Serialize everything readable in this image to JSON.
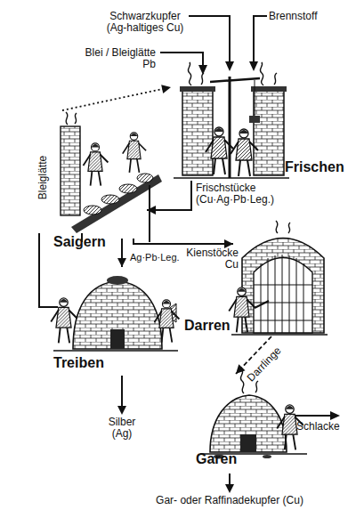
{
  "diagram": {
    "nodes": [
      {
        "text": [
          "Frischen"
        ]
      },
      {
        "text": [
          "Saigern"
        ]
      },
      {
        "text": [
          "Darren"
        ]
      },
      {
        "text": [
          "Treiben"
        ]
      },
      {
        "text": [
          "Garen"
        ]
      }
    ],
    "edges": [
      {
        "from": 0,
        "to": 1,
        "arrow": "to",
        "label": "Frischstücke (Cu·Ag·Pb·Leg.)"
      },
      {
        "from": 1,
        "to": 2,
        "arrow": "to",
        "label": "Kienstöcke Cu"
      },
      {
        "from": 1,
        "to": 3,
        "arrow": "to",
        "label": "Ag·Pb·Leg."
      },
      {
        "from": 3,
        "to": 0,
        "arrow": "to",
        "label": "Bleiglätte"
      },
      {
        "from": 2,
        "to": 4,
        "arrow": "to",
        "label": "Darrlinge"
      }
    ],
    "labels": [
      "Schwarzkupfer (Ag-haltiges Cu)",
      "Brennstoff",
      "Blei / Bleiglätte Pb",
      "Silber (Ag)",
      "Schlacke",
      "Gar- oder Raffinadekupfer (Cu)"
    ]
  }
}
